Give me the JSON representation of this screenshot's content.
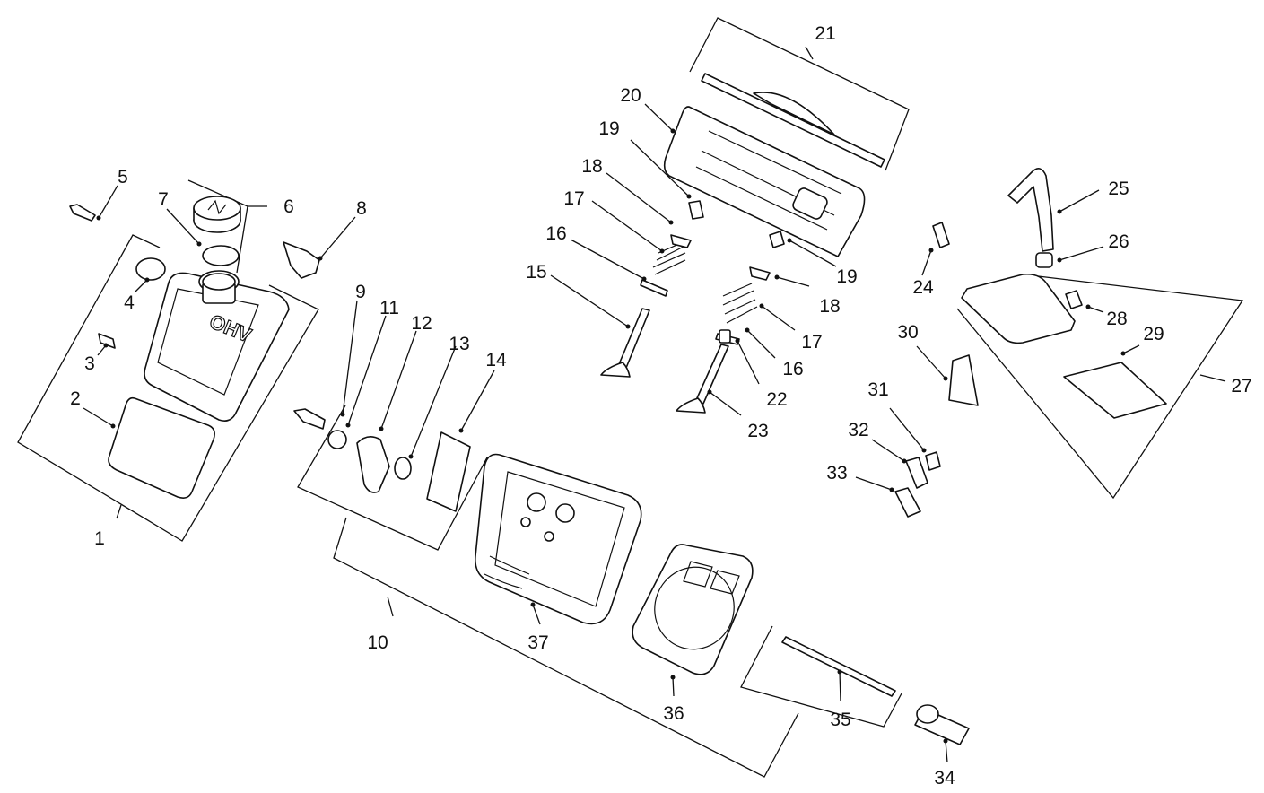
{
  "labels": {
    "p1": "1",
    "p2": "2",
    "p3": "3",
    "p4": "4",
    "p5": "5",
    "p6": "6",
    "p7": "7",
    "p8": "8",
    "p9": "9",
    "p10": "10",
    "p11": "11",
    "p12": "12",
    "p13": "13",
    "p14": "14",
    "p15": "15",
    "p16a": "16",
    "p16b": "16",
    "p17a": "17",
    "p17b": "17",
    "p18a": "18",
    "p18b": "18",
    "p19a": "19",
    "p19b": "19",
    "p20": "20",
    "p21": "21",
    "p22": "22",
    "p23": "23",
    "p24": "24",
    "p25": "25",
    "p26": "26",
    "p27": "27",
    "p28": "28",
    "p29": "29",
    "p30": "30",
    "p31": "31",
    "p32": "32",
    "p33": "33",
    "p34": "34",
    "p35": "35",
    "p36": "36",
    "p37": "37"
  },
  "cover_embossing": "OHV"
}
